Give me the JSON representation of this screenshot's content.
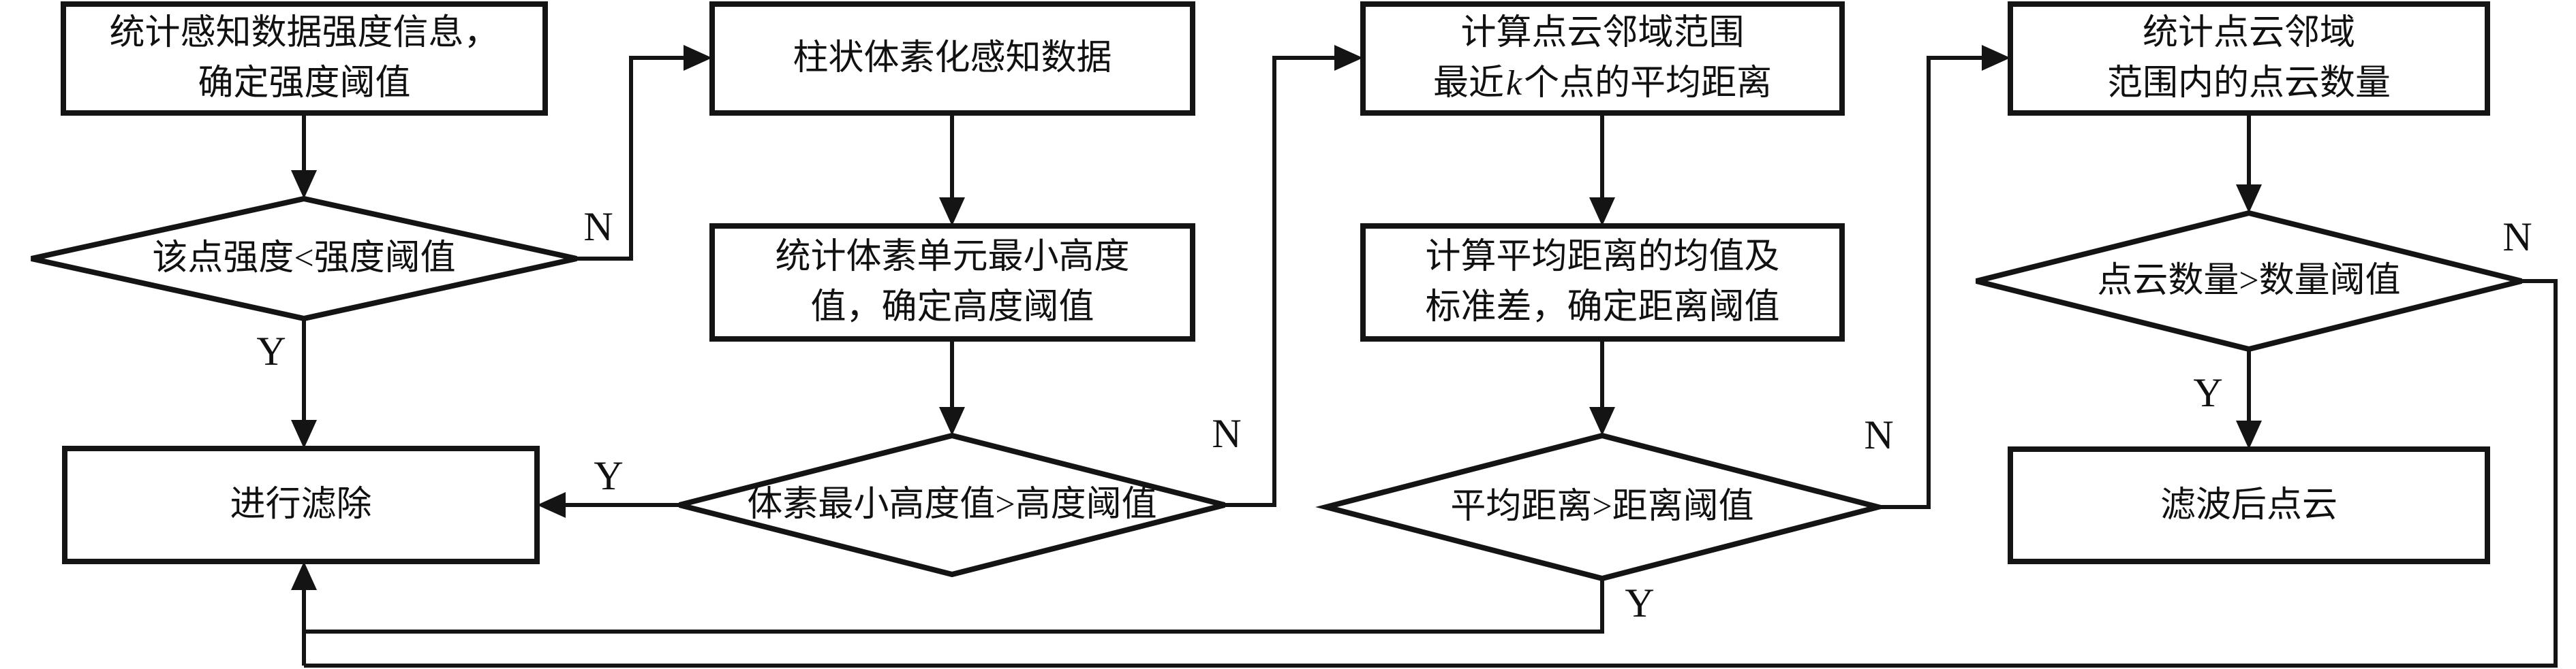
{
  "colors": {
    "ink": "#141414",
    "background": "#ffffff"
  },
  "nodes": {
    "box1": {
      "text": "统计感知数据强度信息，\n确定强度阈值"
    },
    "box2": {
      "text": "柱状体素化感知数据"
    },
    "box3": {
      "line1": "计算点云邻域范围",
      "line2_pre": "最近",
      "k": "k",
      "line2_post": "个点的平均距离"
    },
    "box4": {
      "text": "统计点云邻域\n范围内的点云数量"
    },
    "diamond1": {
      "text": "该点强度<强度阈值"
    },
    "rect2": {
      "text": "统计体素单元最小高度\n值，确定高度阈值"
    },
    "rect3": {
      "text": "计算平均距离的均值及\n标准差，确定距离阈值"
    },
    "diamond4": {
      "text": "点云数量>数量阈值"
    },
    "filter": {
      "text": "进行滤除"
    },
    "diamond2": {
      "text": "体素最小高度值>高度阈值"
    },
    "diamond3": {
      "text": "平均距离>距离阈值"
    },
    "result": {
      "text": "滤波后点云"
    }
  },
  "branch_labels": {
    "d1_y": "Y",
    "d1_n": "N",
    "d2_y": "Y",
    "d2_n": "N",
    "d3_y": "Y",
    "d3_n": "N",
    "d4_y": "Y",
    "d4_n": "N"
  }
}
